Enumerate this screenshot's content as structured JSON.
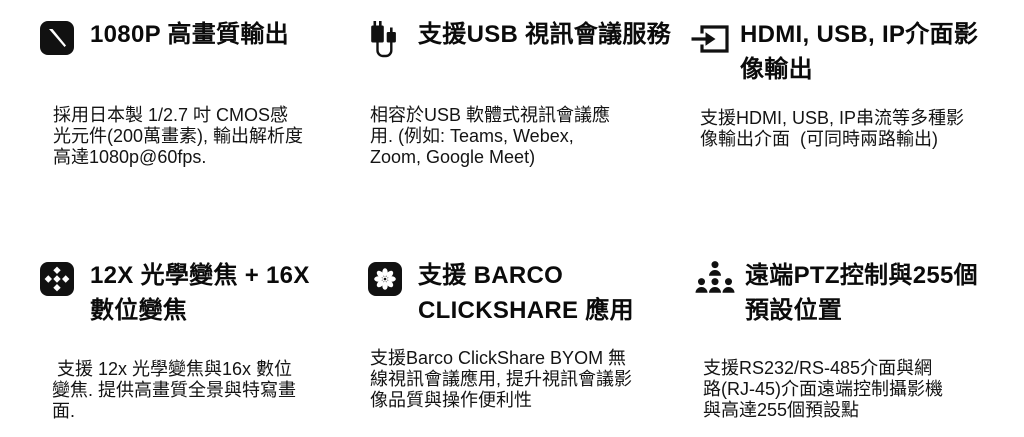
{
  "colors": {
    "background": "#ffffff",
    "text": "#101010",
    "icon": "#111111"
  },
  "features": [
    {
      "icon": "pen-icon",
      "title": "1080P 高畫質輸出",
      "description": "採用日本製 1/2.7 吋 CMOS感\n光元件(200萬畫素), 輸出解析度\n高達1080p@60fps."
    },
    {
      "icon": "usb-plug-icon",
      "title": "支援USB 視訊會議服務",
      "description": "相容於USB 軟體式視訊會議應\n用. (例如: Teams, Webex,\nZoom, Google Meet)"
    },
    {
      "icon": "signal-output-icon",
      "title": "HDMI, USB, IP介面影\n像輸出",
      "description": "支援HDMI, USB, IP串流等多種影\n像輸出介面  (可同時兩路輸出)"
    },
    {
      "icon": "zoom-diamonds-icon",
      "title": "12X 光學變焦 + 16X\n數位變焦",
      "description": " 支援 12x 光學變焦與16x 數位\n變焦. 提供高畫質全景與特寫畫\n面."
    },
    {
      "icon": "clickshare-flower-icon",
      "title": "支援 BARCO\nCLICKSHARE 應用",
      "description": "支援Barco ClickShare BYOM 無\n線視訊會議應用, 提升視訊會議影\n像品質與操作便利性"
    },
    {
      "icon": "people-group-icon",
      "title": "遠端PTZ控制與255個\n預設位置",
      "description": "支援RS232/RS-485介面與網\n路(RJ-45)介面遠端控制攝影機\n與高達255個預設點"
    }
  ]
}
